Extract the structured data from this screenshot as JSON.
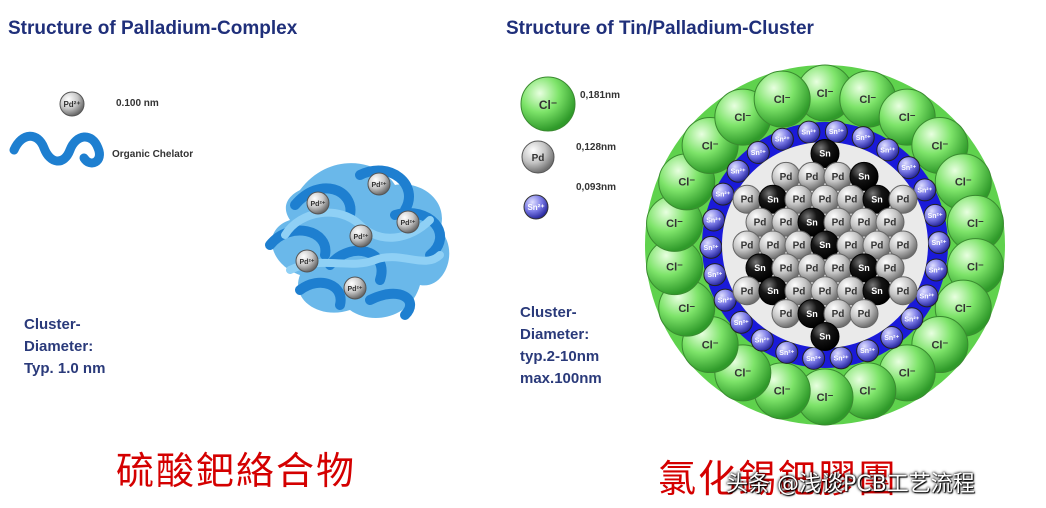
{
  "left": {
    "title": "Structure of Palladium-Complex",
    "legend_pd": "Pd²⁺",
    "legend_size": "0.100 nm",
    "legend_chelator": "Organic Chelator",
    "cluster_pd_label": "Pd²⁺",
    "diameter_lines": [
      "Cluster-",
      "Diameter:",
      "Typ. 1.0 nm"
    ],
    "caption": "硫酸鈀絡合物"
  },
  "right": {
    "title": "Structure of Tin/Palladium-Cluster",
    "legend": [
      {
        "label": "Cl⁻",
        "size": "0,181nm"
      },
      {
        "label": "Pd",
        "size": "0,128nm"
      },
      {
        "label": "Sn²⁺",
        "size": "0,093nm"
      }
    ],
    "diameter_lines": [
      "Cluster-",
      "Diameter:",
      "typ.2-10nm",
      "max.100nm"
    ],
    "caption": "氯化錫鈀膠團",
    "cl_label": "Cl⁻",
    "pd_label": "Pd",
    "sn_label": "Sn",
    "sn_ion_label": "Sn²⁺"
  },
  "watermark": "头条 @浅谈PCB工艺流程",
  "colors": {
    "title": "#1f2f7a",
    "caption": "#d40000",
    "chlorine": "#66dd55",
    "palladium": "#c8c8c8",
    "tin_ion": "#6a6ae0",
    "tin": "#111111",
    "ring": "#1a1ad9",
    "chelator": "#1e7fd0"
  }
}
